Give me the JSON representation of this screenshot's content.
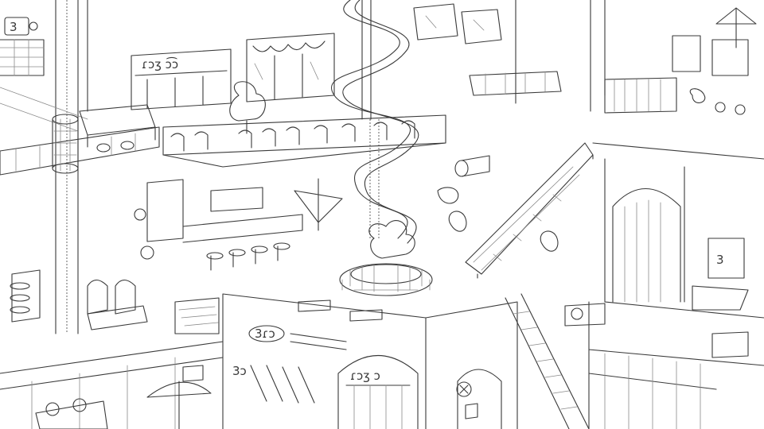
{
  "signs": {
    "top_left_badge": "3",
    "upper_shop": "ɾɔʒ ɔ͡ɔ",
    "lower_shop": "ɾɔʒ ɔ",
    "counter_label": "3ɾɔ",
    "display_label": "3ɔ",
    "kiosk_number": "3"
  },
  "colors": {
    "line": "#3a3a3a",
    "light_line": "#8a8a8a",
    "paper": "#ffffff"
  }
}
